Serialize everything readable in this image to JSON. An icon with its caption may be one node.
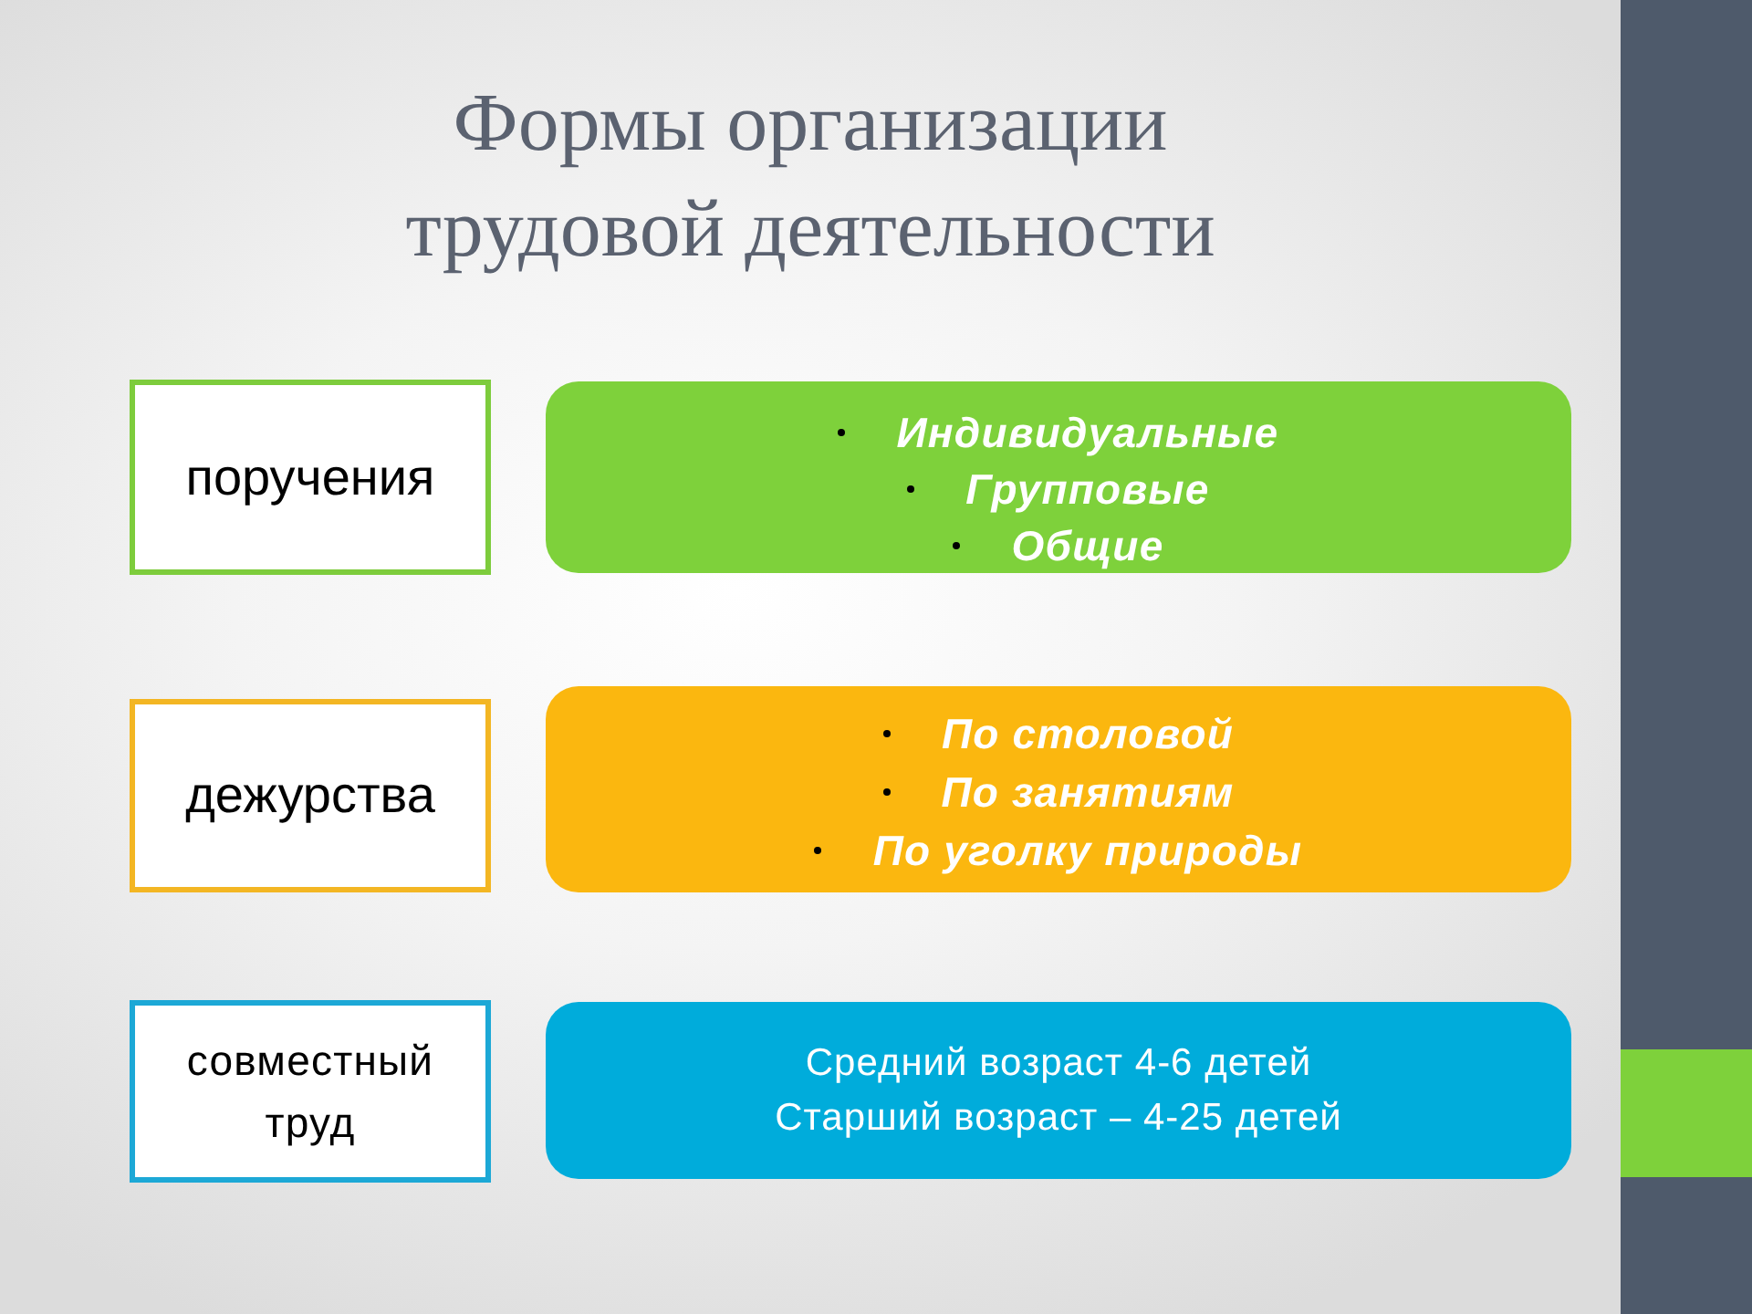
{
  "diagram": {
    "title": "Формы организации трудовой деятельности",
    "nodes": [
      {
        "text": [
          "поручения"
        ]
      },
      {
        "text": [
          "Индивидуальные",
          "Групповые",
          "Общие"
        ]
      },
      {
        "text": [
          "дежурства"
        ]
      },
      {
        "text": [
          "По столовой",
          "По занятиям",
          "По уголку природы"
        ]
      },
      {
        "text": [
          "совместный труд"
        ]
      },
      {
        "text": [
          "Средний возраст 4-6 детей",
          "Старший возраст – 4-25 детей"
        ]
      }
    ]
  }
}
